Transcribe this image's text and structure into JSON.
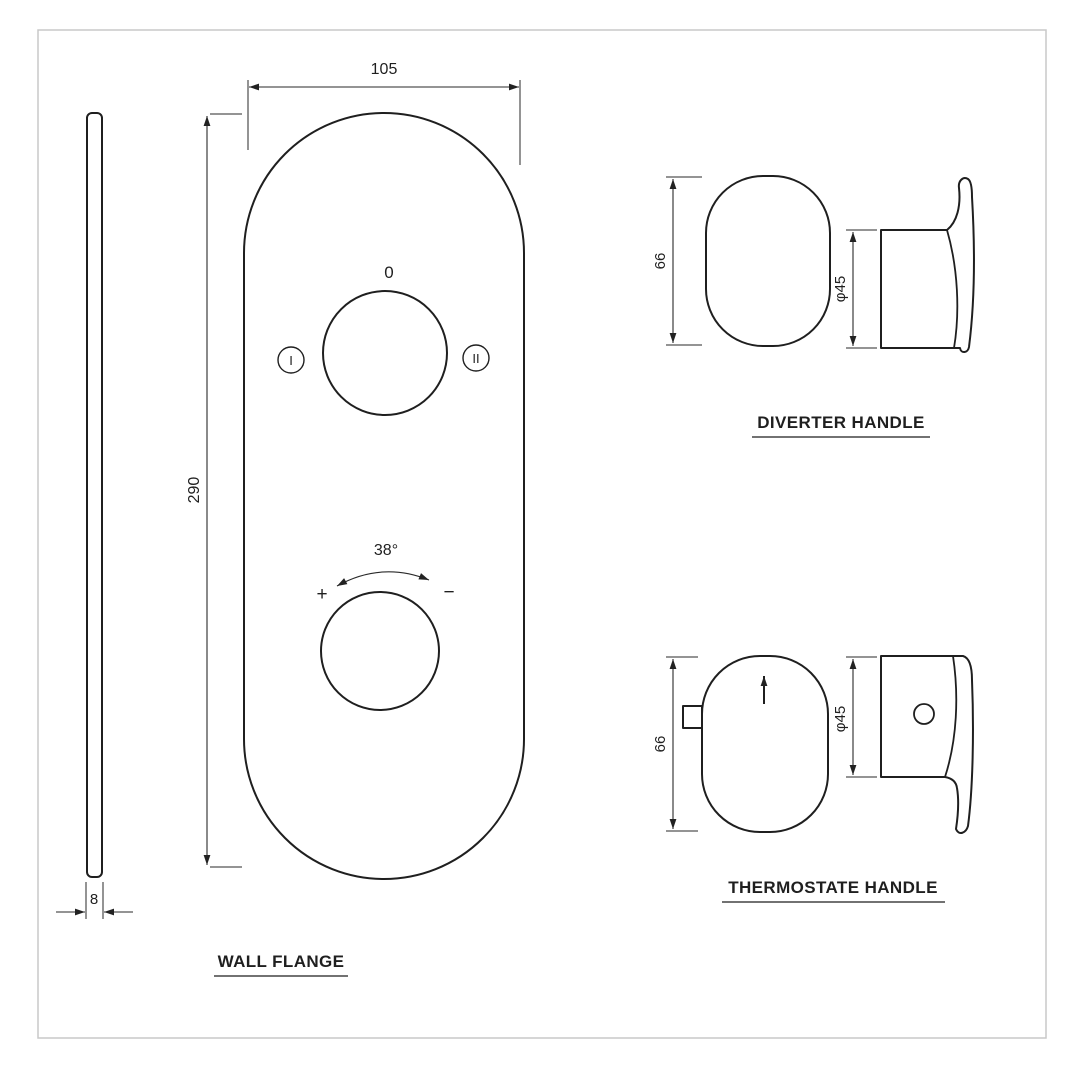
{
  "colors": {
    "line": "#1f1f1f",
    "frame": "#c8c8c8",
    "background": "#ffffff"
  },
  "drawing": {
    "wall_flange": {
      "label": "WALL FLANGE",
      "width_dim": "105",
      "height_dim": "290",
      "thickness_dim": "8",
      "zero_label": "0",
      "position_one": "I",
      "position_two": "II",
      "angle_label": "38°",
      "plus_label": "+",
      "minus_label": "−"
    },
    "diverter_handle": {
      "label": "DIVERTER HANDLE",
      "height_dim": "66",
      "diameter_dim": "φ45"
    },
    "thermostat_handle": {
      "label": "THERMOSTATE HANDLE",
      "height_dim": "66",
      "diameter_dim": "φ45"
    }
  }
}
